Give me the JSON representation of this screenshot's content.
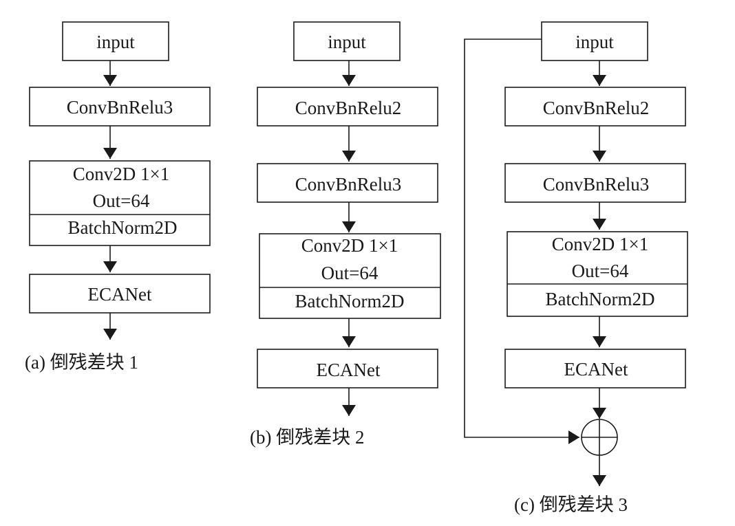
{
  "colors": {
    "stroke": "#1a1a1a",
    "background": "#ffffff"
  },
  "diagram_a": {
    "input": "input",
    "conv_bn_relu3": "ConvBnRelu3",
    "conv2d_line1": "Conv2D 1×1",
    "conv2d_line2": "Out=64",
    "batchnorm": "BatchNorm2D",
    "ecanet": "ECANet",
    "caption": "(a) 倒残差块 1"
  },
  "diagram_b": {
    "input": "input",
    "conv_bn_relu2": "ConvBnRelu2",
    "conv_bn_relu3": "ConvBnRelu3",
    "conv2d_line1": "Conv2D 1×1",
    "conv2d_line2": "Out=64",
    "batchnorm": "BatchNorm2D",
    "ecanet": "ECANet",
    "caption": "(b) 倒残差块 2"
  },
  "diagram_c": {
    "input": "input",
    "conv_bn_relu2": "ConvBnRelu2",
    "conv_bn_relu3": "ConvBnRelu3",
    "conv2d_line1": "Conv2D 1×1",
    "conv2d_line2": "Out=64",
    "batchnorm": "BatchNorm2D",
    "ecanet": "ECANet",
    "caption": "(c) 倒残差块 3"
  }
}
